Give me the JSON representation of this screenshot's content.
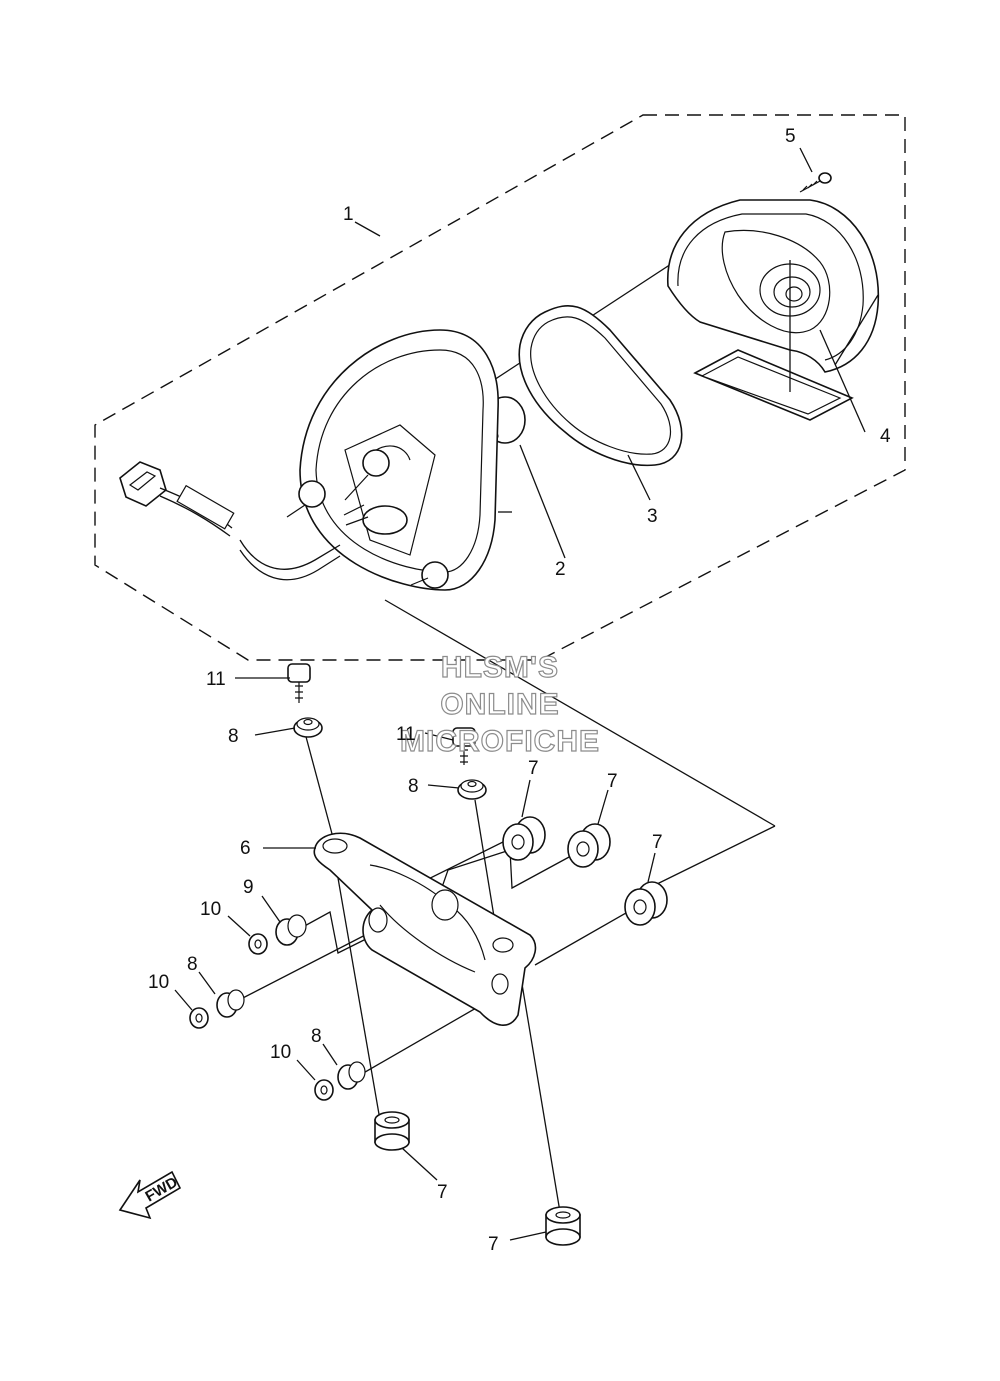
{
  "diagram": {
    "watermark": [
      "HLSM'S",
      "ONLINE",
      "MICROFICHE"
    ],
    "direction_arrow_label": "FWD",
    "callouts": {
      "c1": "1",
      "c2": "2",
      "c3": "3",
      "c4": "4",
      "c5": "5",
      "c6": "6",
      "c7a": "7",
      "c7b": "7",
      "c7c": "7",
      "c7d": "7",
      "c7e": "7",
      "c8a": "8",
      "c8b": "8",
      "c8c": "8",
      "c8d": "8",
      "c9": "9",
      "c10a": "10",
      "c10b": "10",
      "c10c": "10",
      "c11a": "11",
      "c11b": "11"
    }
  }
}
